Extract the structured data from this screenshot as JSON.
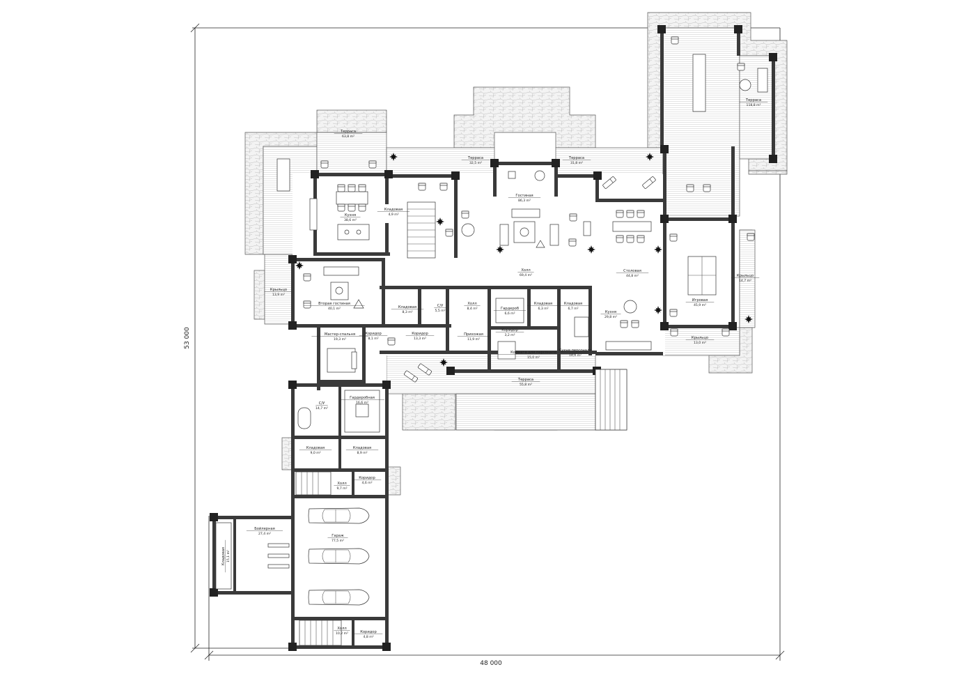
{
  "dimensions": {
    "width": "48 000",
    "height": "53 000"
  },
  "rooms": [
    {
      "id": "terrace_nw",
      "name": "Терраса",
      "area": "63,8 m²"
    },
    {
      "id": "terrace_n1",
      "name": "Терраса",
      "area": "32,5 m²"
    },
    {
      "id": "terrace_n2",
      "name": "Терраса",
      "area": "31,8 m²"
    },
    {
      "id": "terrace_ne",
      "name": "Терраса",
      "area": "118,8 m²"
    },
    {
      "id": "kitchen_w",
      "name": "Кухня",
      "area": "38,6 m²"
    },
    {
      "id": "pantry_w",
      "name": "Кладовая",
      "area": "4,9 m²"
    },
    {
      "id": "living",
      "name": "Гостиная",
      "area": "86,3 m²"
    },
    {
      "id": "hall_main",
      "name": "Холл",
      "area": "69,4 m²"
    },
    {
      "id": "dining",
      "name": "Столовая",
      "area": "44,8 m²"
    },
    {
      "id": "porch_w",
      "name": "Крыльцо",
      "area": "13,9 m²"
    },
    {
      "id": "living2",
      "name": "Вторая гостиная",
      "area": "40,1 m²"
    },
    {
      "id": "pantry_a",
      "name": "Кладовая",
      "area": "8,3 m²"
    },
    {
      "id": "wc_a",
      "name": "С/У",
      "area": "5,5 m²"
    },
    {
      "id": "hall_b",
      "name": "Холл",
      "area": "8,4 m²"
    },
    {
      "id": "wardrobe_a",
      "name": "Гардероб",
      "area": "6,6 m²"
    },
    {
      "id": "pantry_b",
      "name": "Кладовая",
      "area": "6,3 m²"
    },
    {
      "id": "pantry_c",
      "name": "Кладовая",
      "area": "6,7 m²"
    },
    {
      "id": "kitchen_e",
      "name": "Кухня",
      "area": "29,8 m²"
    },
    {
      "id": "playroom",
      "name": "Игровая",
      "area": "45,9 m²"
    },
    {
      "id": "porch_e1",
      "name": "Крыльцо",
      "area": "14,7 m²"
    },
    {
      "id": "porch_e2",
      "name": "Крыльцо",
      "area": "13,0 m²"
    },
    {
      "id": "master",
      "name": "Мастер-спальня",
      "area": "19,3 m²"
    },
    {
      "id": "corr_a",
      "name": "Коридор",
      "area": "8,1 m²"
    },
    {
      "id": "corr_b",
      "name": "Коридор",
      "area": "13,3 m²"
    },
    {
      "id": "anteroom",
      "name": "Прихожая",
      "area": "11,9 m²"
    },
    {
      "id": "corr_c",
      "name": "Коридор",
      "area": "3,2 m²"
    },
    {
      "id": "staff_room",
      "name": "Комната для персонала",
      "area": "15,0 m²"
    },
    {
      "id": "staff_kitchen",
      "name": "Кухня персонала",
      "area": "14,0 m²"
    },
    {
      "id": "terrace_s",
      "name": "Терраса",
      "area": "55,8 m²"
    },
    {
      "id": "wc_b",
      "name": "С/У",
      "area": "14,7 m²"
    },
    {
      "id": "wardrobe_b",
      "name": "Гардеробная",
      "area": "16,6 m²"
    },
    {
      "id": "pantry_d",
      "name": "Кладовая",
      "area": "9,0 m²"
    },
    {
      "id": "pantry_e",
      "name": "Кладовая",
      "area": "8,9 m²"
    },
    {
      "id": "hall_c",
      "name": "Холл",
      "area": "9,7 m²"
    },
    {
      "id": "corr_d",
      "name": "Коридор",
      "area": "4,6 m²"
    },
    {
      "id": "boiler",
      "name": "Бойлерная",
      "area": "27,4 m²"
    },
    {
      "id": "garage",
      "name": "Гараж",
      "area": "77,5 m²"
    },
    {
      "id": "pantry_f",
      "name": "Кладовая",
      "area": "15,1 m²"
    },
    {
      "id": "hall_d",
      "name": "Холл",
      "area": "10,2 m²"
    },
    {
      "id": "corr_e",
      "name": "Коридор",
      "area": "4,8 m²"
    }
  ],
  "icons": [
    "plant-icon",
    "armchair-icon",
    "sofa-icon",
    "table-icon",
    "car-icon",
    "bed-icon",
    "bathtub-icon",
    "stairs-icon"
  ]
}
